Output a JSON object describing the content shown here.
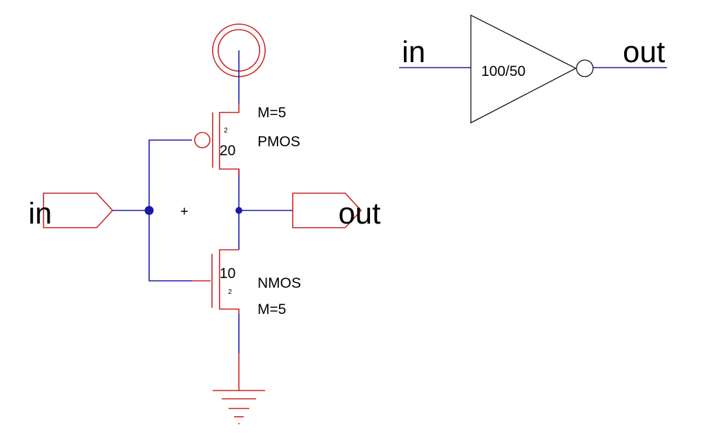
{
  "schematic": {
    "input_port_label": "in",
    "output_port_label": "out",
    "origin_marker": "+",
    "pmos": {
      "type_label": "PMOS",
      "multiplier_label": "M=5",
      "width_label": "20",
      "length_label": "2"
    },
    "nmos": {
      "type_label": "NMOS",
      "multiplier_label": "M=5",
      "width_label": "10",
      "length_label": "2"
    }
  },
  "symbol": {
    "input_label": "in",
    "output_label": "out",
    "ratio_label": "100/50"
  },
  "colors": {
    "wire": "#1a1aa8",
    "component": "#cc2222",
    "symbol_outline": "#111111",
    "junction": "#1a1aa8"
  }
}
